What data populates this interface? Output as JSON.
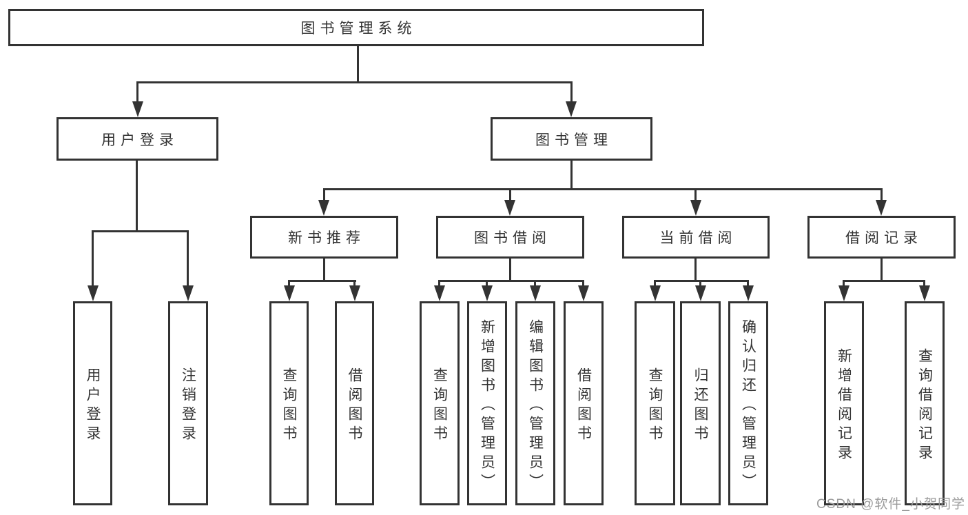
{
  "tree": {
    "label": "图书管理系统",
    "children": [
      {
        "label": "用户登录",
        "children": [
          {
            "label": "用户登录"
          },
          {
            "label": "注销登录"
          }
        ]
      },
      {
        "label": "图书管理",
        "children": [
          {
            "label": "新书推荐",
            "children": [
              {
                "label": "查询图书"
              },
              {
                "label": "借阅图书"
              }
            ]
          },
          {
            "label": "图书借阅",
            "children": [
              {
                "label": "查询图书"
              },
              {
                "label": "新增图书（管理员）"
              },
              {
                "label": "编辑图书（管理员）"
              },
              {
                "label": "借阅图书"
              }
            ]
          },
          {
            "label": "当前借阅",
            "children": [
              {
                "label": "查询图书"
              },
              {
                "label": "归还图书"
              },
              {
                "label": "确认归还（管理员）"
              }
            ]
          },
          {
            "label": "借阅记录",
            "children": [
              {
                "label": "新增借阅记录"
              },
              {
                "label": "查询借阅记录"
              }
            ]
          }
        ]
      }
    ]
  },
  "watermark": {
    "text": "CSDN @软件_小贺同学"
  },
  "colors": {
    "line": "#333333",
    "box_border": "#333333",
    "text": "#333333",
    "watermark": "#9b9b9b",
    "background": "#ffffff"
  }
}
